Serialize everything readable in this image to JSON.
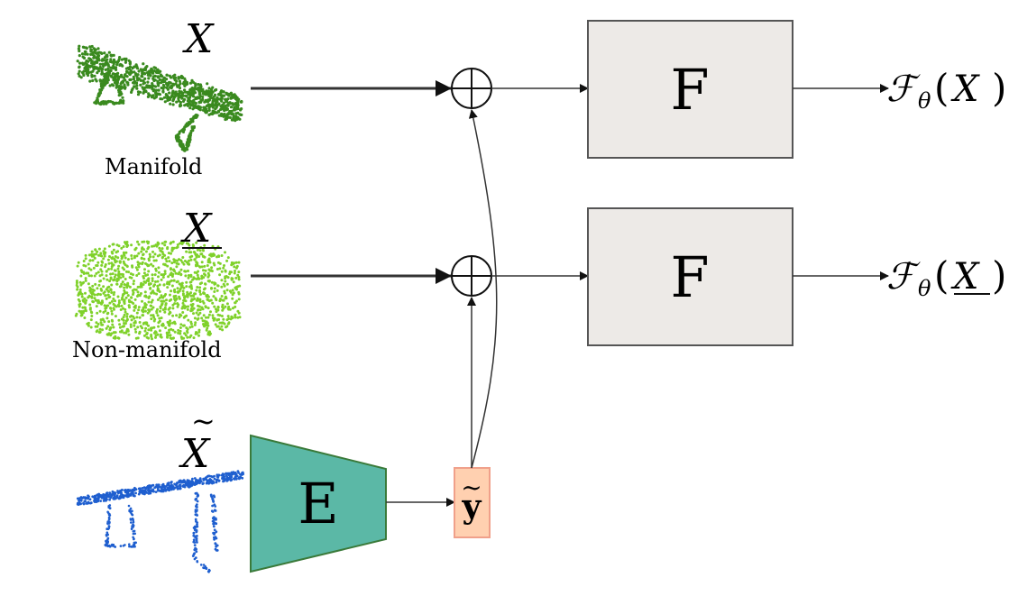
{
  "diagram": {
    "inputs": {
      "manifold": {
        "symbol": "X",
        "caption": "Manifold",
        "color": "#3a8a1f"
      },
      "non_manifold": {
        "symbol": "X",
        "underlined": true,
        "caption": "Non-manifold",
        "color": "#7fd12a"
      },
      "tilde": {
        "symbol": "X",
        "accent": "~",
        "color": "#1f5fcf"
      }
    },
    "encoder": {
      "label": "E",
      "fill": "#5bb8a6",
      "stroke": "#3a7a3a"
    },
    "latent": {
      "label": "y",
      "accent": "~",
      "fill": "#ffd0b0",
      "stroke": "#f0a08a"
    },
    "sum_symbol": "⊕",
    "network_top": {
      "label": "F",
      "fill": "#edeae7",
      "stroke": "#555555"
    },
    "network_bottom": {
      "label": "F",
      "fill": "#edeae7",
      "stroke": "#555555"
    },
    "outputs": {
      "top": {
        "func": "ℱ",
        "subscript": "θ",
        "arg": "X"
      },
      "bottom": {
        "func": "ℱ",
        "subscript": "θ",
        "arg": "X",
        "underlined": true
      }
    }
  }
}
